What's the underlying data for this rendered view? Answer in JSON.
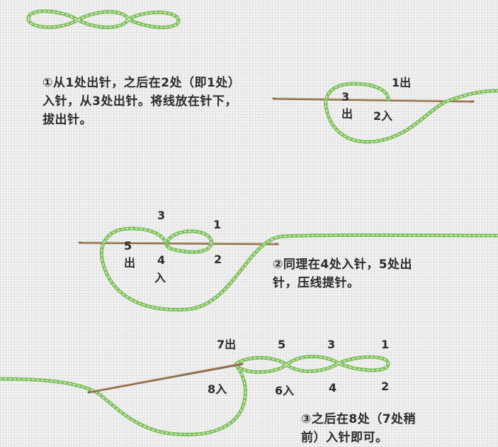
{
  "steps": [
    {
      "id": "step-1",
      "lines": [
        "①从1处出针，之后在2处（即1处）",
        "入针，从3处出针。将线放在针下，",
        "拔出针。"
      ]
    },
    {
      "id": "step-2",
      "lines": [
        "②同理在4处入针，5处出",
        "针，压线提针。"
      ]
    },
    {
      "id": "step-3",
      "lines": [
        "③之后在8处（7处稍",
        "前）入针即可。"
      ]
    }
  ],
  "figure1": {
    "labels": [
      "1出",
      "3",
      "出",
      "2入"
    ]
  },
  "figure2": {
    "labels": [
      "3",
      "1",
      "5",
      "出",
      "4",
      "入",
      "2"
    ]
  },
  "figure3": {
    "labels": [
      "7出",
      "5",
      "3",
      "1",
      "8入",
      "6入",
      "4",
      "2"
    ]
  },
  "colors": {
    "yarn": "#7cbf5a",
    "needle": "#8a6a4a",
    "background": "#f4f3f3",
    "text": "#2b2b2b"
  }
}
